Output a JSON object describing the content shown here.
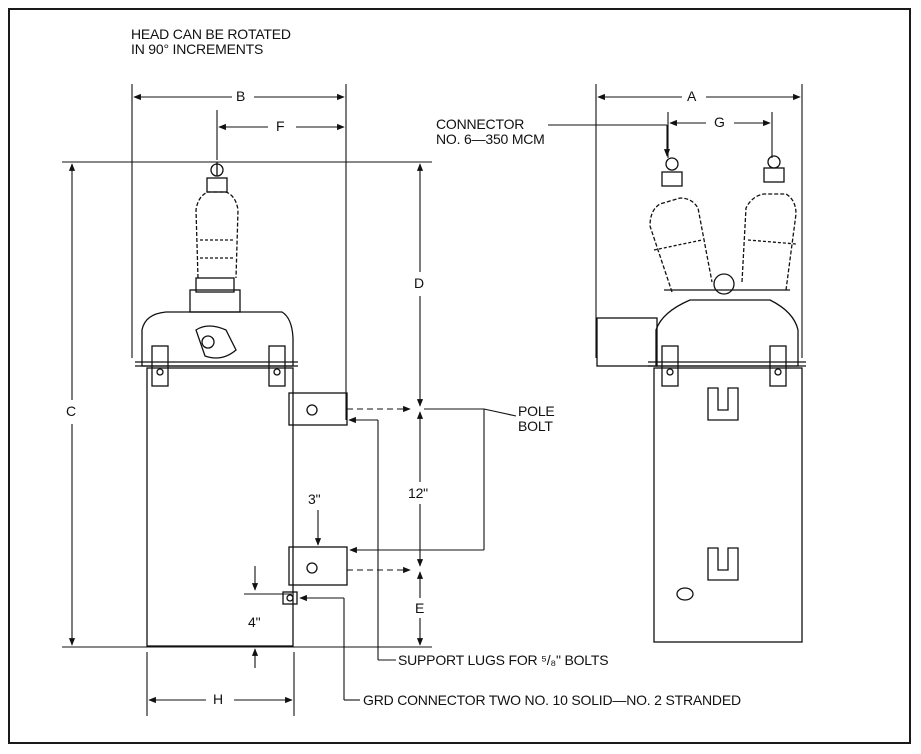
{
  "header_note": [
    "HEAD CAN BE ROTATED",
    "IN 90° INCREMENTS"
  ],
  "dims": {
    "A": "A",
    "B": "B",
    "C": "C",
    "D": "D",
    "E": "E",
    "F": "F",
    "G": "G",
    "H": "H",
    "twelve": "12\"",
    "three": "3\"",
    "four": "4\""
  },
  "callouts": {
    "connector": [
      "CONNECTOR",
      "NO. 6—350 MCM"
    ],
    "pole_bolt": [
      "POLE",
      "BOLT"
    ],
    "support_lugs": "SUPPORT LUGS FOR ⁵/₈\" BOLTS",
    "grd_connector": "GRD CONNECTOR TWO NO. 10 SOLID—NO. 2 STRANDED"
  },
  "colors": {
    "ink": "#111111",
    "background": "#ffffff"
  }
}
